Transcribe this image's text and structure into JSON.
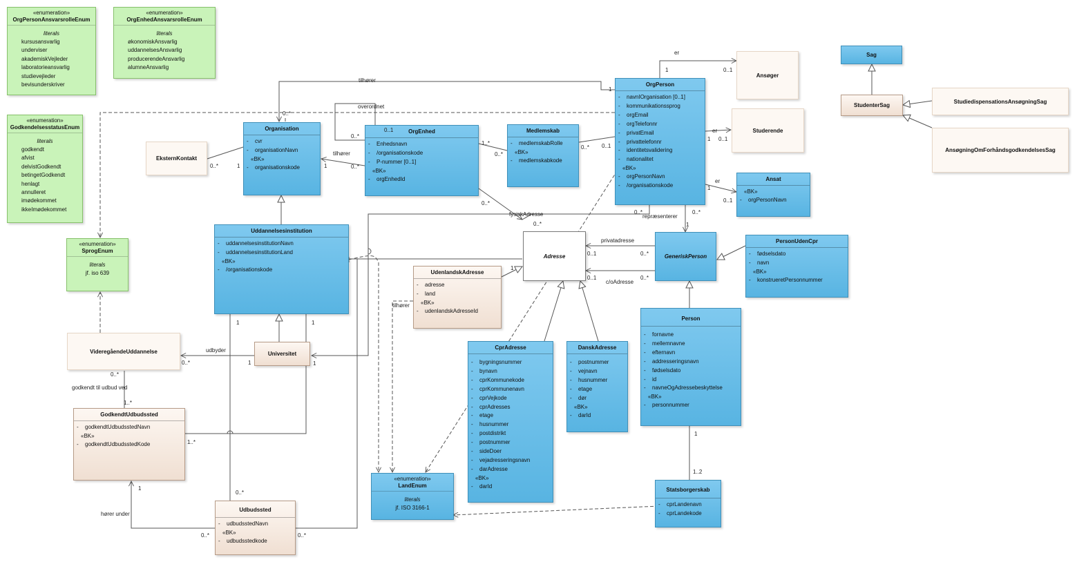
{
  "enums": {
    "orgperson_rolle": {
      "stereotype": "«enumeration»",
      "name": "OrgPersonAnsvarsrolleEnum",
      "literals_label": "literals",
      "items": [
        "kursusansvarlig",
        "underviser",
        "akademiskVejleder",
        "laboratorieansvarlig",
        "studievejleder",
        "bevisunderskriver"
      ]
    },
    "orgenhed_rolle": {
      "stereotype": "«enumeration»",
      "name": "OrgEnhedAnsvarsrolleEnum",
      "literals_label": "literals",
      "items": [
        "økonomiskAnsvarlig",
        "uddannelsesAnsvarlig",
        "producerendeAnsvarlig",
        "alumneAnsvarlig"
      ]
    },
    "godkendelse_status": {
      "stereotype": "«enumeration»",
      "name": "GodkendelsesstatusEnum",
      "literals_label": "literals",
      "items": [
        "godkendt",
        "afvist",
        "delvistGodkendt",
        "betingetGodkendt",
        "henlagt",
        "annulleret",
        "imødekommet",
        "ikkeImødekommet"
      ]
    },
    "sprog": {
      "stereotype": "«enumeration»",
      "name": "SprogEnum",
      "literals_label": "literals",
      "items": [
        "jf. iso 639"
      ]
    },
    "land": {
      "stereotype": "«enumeration»",
      "name": "LandEnum",
      "literals_label": "literals",
      "items": [
        "jf. ISO 3166-1"
      ]
    }
  },
  "classes": {
    "organisation": {
      "name": "Organisation",
      "attrs": [
        "cvr",
        "organisationNavn"
      ],
      "bk": "«BK»",
      "keys": [
        "organisationskode"
      ]
    },
    "orgenhed": {
      "name": "OrgEnhed",
      "attrs": [
        "Enhedsnavn",
        "/organisationskode",
        "P-nummer [0..1]"
      ],
      "bk": "«BK»",
      "keys": [
        "orgEnhedId"
      ]
    },
    "medlemskab": {
      "name": "Medlemskab",
      "attrs": [
        "medlemskabRolle"
      ],
      "bk": "«BK»",
      "keys": [
        "medlemskabkode"
      ]
    },
    "orgperson": {
      "name": "OrgPerson",
      "attrs": [
        "navnIOrganisation [0..1]",
        "kommunikationssprog",
        "orgEmail",
        "orgTelefonnr",
        "privatEmail",
        "privattelefonnr",
        "identitetsvalidering",
        "nationalitet"
      ],
      "bk": "«BK»",
      "keys": [
        "orgPersonNavn",
        "/organisationskode"
      ]
    },
    "ansoger": {
      "name": "Ansøger"
    },
    "studerende": {
      "name": "Studerende"
    },
    "ansat": {
      "name": "Ansat",
      "bk": "«BK»",
      "keys": [
        "orgPersonNavn"
      ]
    },
    "eksternkontakt": {
      "name": "EksternKontakt"
    },
    "uddannelsesinstitution": {
      "name": "Uddannelsesinstitution",
      "attrs": [
        "uddannelsesinstitutionNavn",
        "uddannelsesinstitutionLand"
      ],
      "bk": "«BK»",
      "keys": [
        "/organisationskode"
      ]
    },
    "adresse": {
      "name": "Adresse"
    },
    "udenlandsk": {
      "name": "UdenlandskAdresse",
      "attrs": [
        "adresse",
        "land"
      ],
      "bk": "«BK»",
      "keys": [
        "udenlandskAdresseId"
      ]
    },
    "generiskperson": {
      "name": "GeneriskPerson"
    },
    "personudencpr": {
      "name": "PersonUdenCpr",
      "attrs": [
        "fødselsdato",
        "navn"
      ],
      "bk": "«BK»",
      "keys": [
        "konstrueretPersonnummer"
      ]
    },
    "videregaende": {
      "name": "VideregåendeUddannelse"
    },
    "universitet": {
      "name": "Universitet"
    },
    "godkendtudbudssted": {
      "name": "GodkendtUdbudssted",
      "attrs": [
        "godkendtUdbudsstedNavn"
      ],
      "bk": "«BK»",
      "keys": [
        "godkendtUdbudsstedKode"
      ]
    },
    "cpradresse": {
      "name": "CprAdresse",
      "attrs": [
        "bygningsnummer",
        "bynavn",
        "cprKommunekode",
        "cprKommunenavn",
        "cprVejkode",
        "cprAdresses",
        "etage",
        "husnummer",
        "postdistrikt",
        "postnummer",
        "sideDoer",
        "vejadresseringsnavn",
        "darAdresse"
      ],
      "bk": "«BK»",
      "keys": [
        "darId"
      ]
    },
    "danskadresse": {
      "name": "DanskAdresse",
      "attrs": [
        "postnummer",
        "vejnavn",
        "husnummer",
        "etage",
        "dør"
      ],
      "bk": "«BK»",
      "keys": [
        "darId"
      ]
    },
    "person": {
      "name": "Person",
      "attrs": [
        "fornavne",
        "mellemnavne",
        "efternavn",
        "addresseringsnavn",
        "fødselsdato",
        "id",
        "navneOgAdressebeskyttelse"
      ],
      "bk": "«BK»",
      "keys": [
        "personnummer"
      ]
    },
    "udbudssted": {
      "name": "Udbudssted",
      "attrs": [
        "udbudsstedNavn"
      ],
      "bk": "«BK»",
      "keys": [
        "udbudsstedkode"
      ]
    },
    "statsborgerskab": {
      "name": "Statsborgerskab",
      "attrs": [
        "cprLandenavn",
        "cprLandekode"
      ]
    },
    "sag": {
      "name": "Sag"
    },
    "studentersag": {
      "name": "StudenterSag"
    },
    "studiedispensation": {
      "name": "StudiedispensationsAnsøgningSag"
    },
    "ansogningforhand": {
      "name": "AnsøgningOmForhåndsgodkendelsesSag"
    }
  },
  "labels": {
    "er_ansoger": "er",
    "m1_ansoger": "1",
    "m01_ansoger": "0..1",
    "tilhorer_top": "tilhører",
    "m1_tilhorer_top": "1",
    "overordnet": "overordnet",
    "m0star_overordnet": "0..*",
    "m01_overordnet": "0..1",
    "m0star_sprog": "0..*",
    "tilhorer_enhed": "tilhører",
    "m1_tilhorer_enhed": "1",
    "m0star_tilhorer_enhed": "0..*",
    "m0star_ekstern": "0..*",
    "m1_ekstern": "1",
    "m1star_medl": "1..*",
    "m0star_medl_left": "0..*",
    "m0star_medl_right": "0..*",
    "m01_medl": "0..1",
    "er_studerende": "er",
    "m1_studerende": "1",
    "m01_studerende": "0..1",
    "er_ansat": "er",
    "m1_ansat": "1",
    "m01_ansat": "0..1",
    "fysiskadresse": "fysiskAdresse",
    "m0star_fys_enhed": "0..*",
    "m0star_fys_adr": "0..*",
    "m0star_fys_person": "0..*",
    "repraesenterer": "repræsenterer",
    "m0star_rep": "0..*",
    "m1_rep": "1",
    "privatadresse": "privatadresse",
    "m01_privat": "0..1",
    "m0star_privat": "0..*",
    "coadresse": "c/oAdresse",
    "m01_co": "0..1",
    "m0star_co": "0..*",
    "m1_udlandsk": "1",
    "tilhorer_land": "tilhører",
    "udbyder": "udbyder",
    "m0star_udbyder": "0..*",
    "m1_udbyder": "1",
    "godkendt_til": "godkendt til udbud ved",
    "m0star_godkendt": "0..*",
    "m1star_godkendt": "1..*",
    "m1_uddinst_a": "1",
    "m1_uddinst_b": "1",
    "m1_univ": "1",
    "m1star_godk_right": "1..*",
    "horer_under": "hører under",
    "m1_horer": "1",
    "m0star_horer": "0..*",
    "m0star_udb_top": "0..*",
    "m0star_udb_right": "0..*",
    "m1_statsb": "1",
    "m12_statsb": "1..2"
  }
}
